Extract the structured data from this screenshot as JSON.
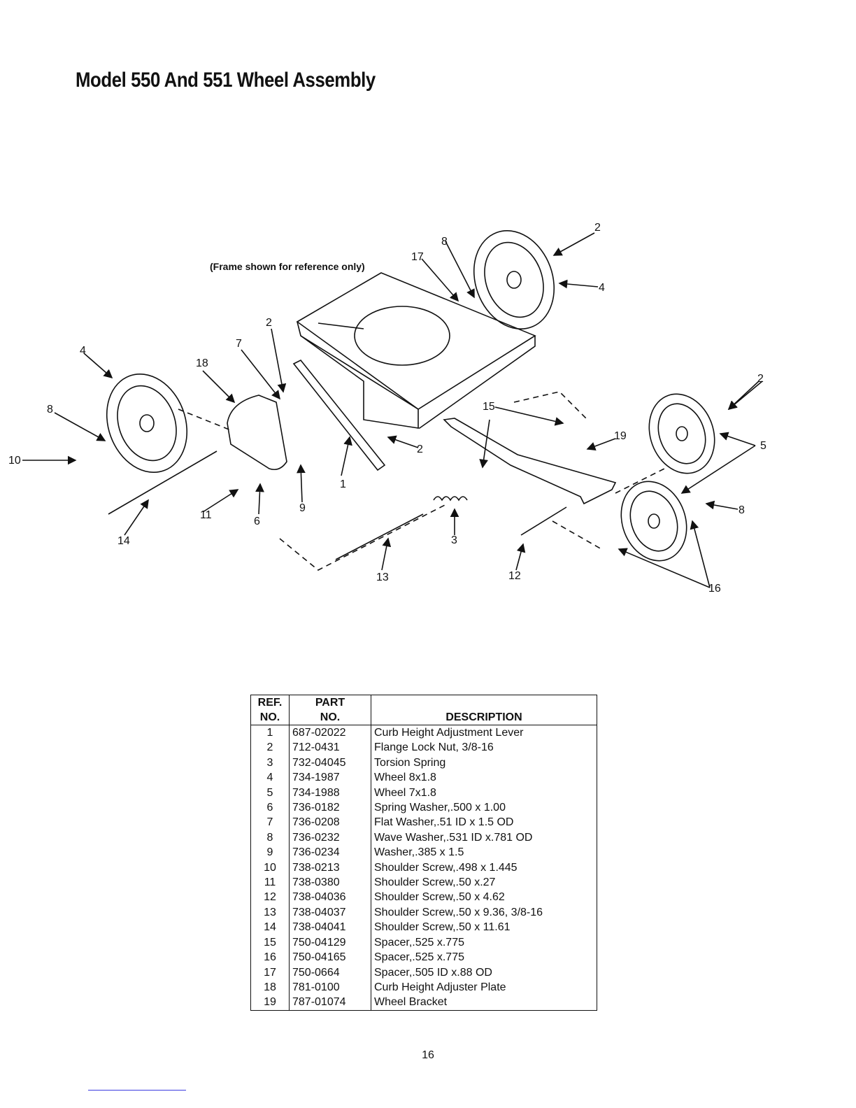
{
  "page": {
    "title": "Model 550 And 551 Wheel Assembly",
    "page_number": "16"
  },
  "diagram": {
    "frame_note": "(Frame shown for reference only)",
    "callouts": [
      "1",
      "2",
      "2",
      "2",
      "2",
      "3",
      "4",
      "4",
      "5",
      "6",
      "7",
      "8",
      "8",
      "8",
      "9",
      "10",
      "11",
      "12",
      "13",
      "14",
      "15",
      "16",
      "17",
      "18",
      "19"
    ]
  },
  "table": {
    "headers": {
      "ref_line1": "REF.",
      "ref_line2": "NO.",
      "part_line1": "PART",
      "part_line2": "NO.",
      "description": "DESCRIPTION"
    },
    "rows": [
      {
        "ref": "1",
        "part": "687-02022",
        "desc": "Curb Height Adjustment Lever"
      },
      {
        "ref": "2",
        "part": "712-0431",
        "desc": "Flange Lock Nut, 3/8-16"
      },
      {
        "ref": "3",
        "part": "732-04045",
        "desc": "Torsion Spring"
      },
      {
        "ref": "4",
        "part": "734-1987",
        "desc": "Wheel 8x1.8"
      },
      {
        "ref": "5",
        "part": "734-1988",
        "desc": "Wheel 7x1.8"
      },
      {
        "ref": "6",
        "part": "736-0182",
        "desc": "Spring Washer,.500 x 1.00"
      },
      {
        "ref": "7",
        "part": "736-0208",
        "desc": "Flat Washer,.51 ID x 1.5 OD"
      },
      {
        "ref": "8",
        "part": "736-0232",
        "desc": "Wave Washer,.531 ID x.781 OD"
      },
      {
        "ref": "9",
        "part": "736-0234",
        "desc": "Washer,.385 x 1.5"
      },
      {
        "ref": "10",
        "part": "738-0213",
        "desc": "Shoulder Screw,.498 x 1.445"
      },
      {
        "ref": "11",
        "part": "738-0380",
        "desc": "Shoulder Screw,.50 x.27"
      },
      {
        "ref": "12",
        "part": "738-04036",
        "desc": "Shoulder Screw,.50 x 4.62"
      },
      {
        "ref": "13",
        "part": "738-04037",
        "desc": "Shoulder Screw,.50 x 9.36, 3/8-16"
      },
      {
        "ref": "14",
        "part": "738-04041",
        "desc": "Shoulder Screw,.50 x 11.61"
      },
      {
        "ref": "15",
        "part": "750-04129",
        "desc": "Spacer,.525 x.775"
      },
      {
        "ref": "16",
        "part": "750-04165",
        "desc": "Spacer,.525 x.775"
      },
      {
        "ref": "17",
        "part": "750-0664",
        "desc": "Spacer,.505 ID x.88 OD"
      },
      {
        "ref": "18",
        "part": "781-0100",
        "desc": "Curb Height Adjuster Plate"
      },
      {
        "ref": "19",
        "part": "787-01074",
        "desc": "Wheel Bracket"
      }
    ]
  }
}
